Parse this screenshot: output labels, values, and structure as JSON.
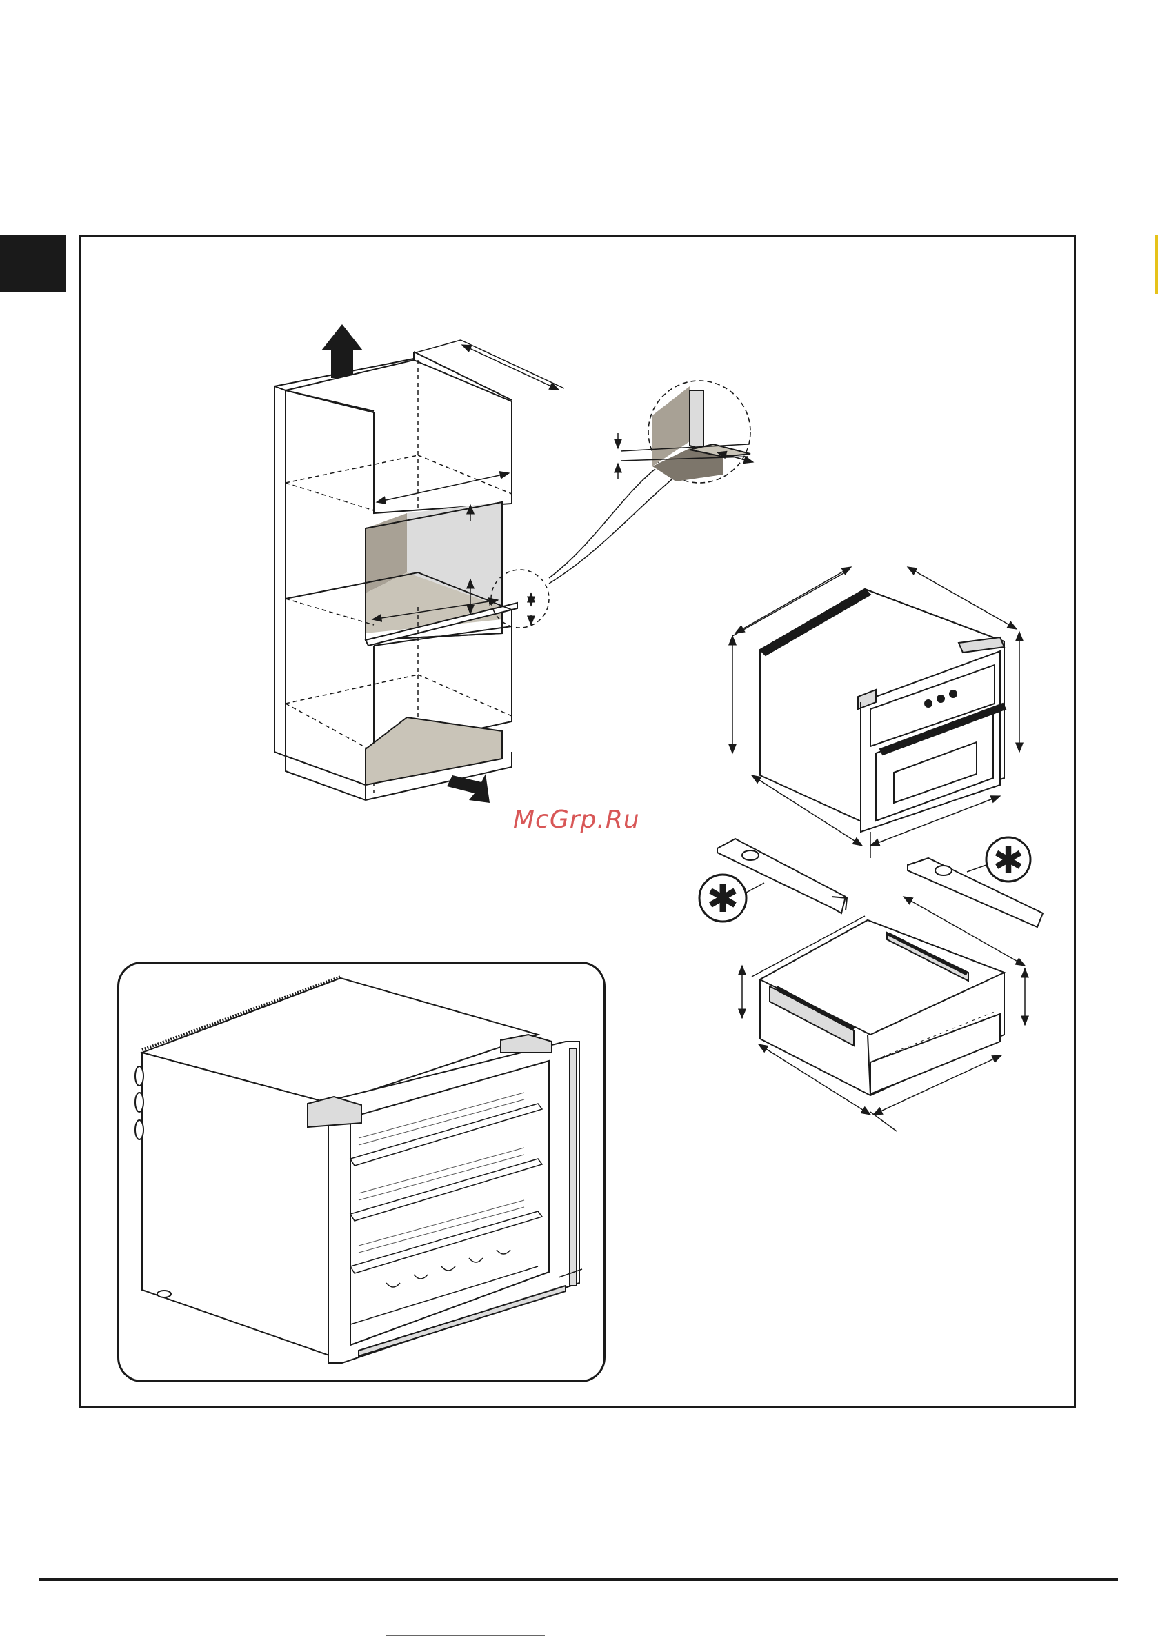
{
  "watermark": "McGrp.Ru",
  "figures": {
    "cabinet": "column-cabinet-diagram",
    "detail": "shelf-detail-callout",
    "appliance_top": "compact-oven",
    "appliance_bottom": "warming-drawer",
    "brackets": "side-brackets",
    "inset": "wine-cooler-inset"
  },
  "markers": {
    "asterisk_left": "✱",
    "asterisk_right": "✱"
  },
  "colors": {
    "frame": "#1a1a1a",
    "shade_dark": "#a8a195",
    "shade_mid": "#c9c4b8",
    "shade_light": "#dcdcdc",
    "accent": "#e6c21a",
    "watermark": "#d23a3a"
  }
}
